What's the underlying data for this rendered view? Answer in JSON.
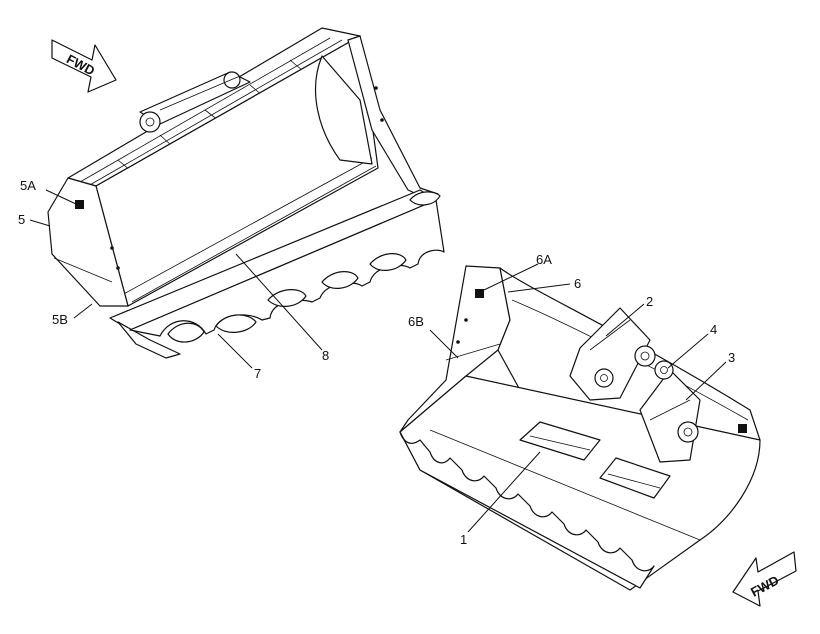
{
  "direction_label": "FWD",
  "callouts": {
    "c5A": "5A",
    "c5": "5",
    "c5B": "5B",
    "c7": "7",
    "c8": "8",
    "c6A": "6A",
    "c6": "6",
    "c6B": "6B",
    "c2": "2",
    "c4": "4",
    "c3": "3",
    "c1": "1"
  }
}
